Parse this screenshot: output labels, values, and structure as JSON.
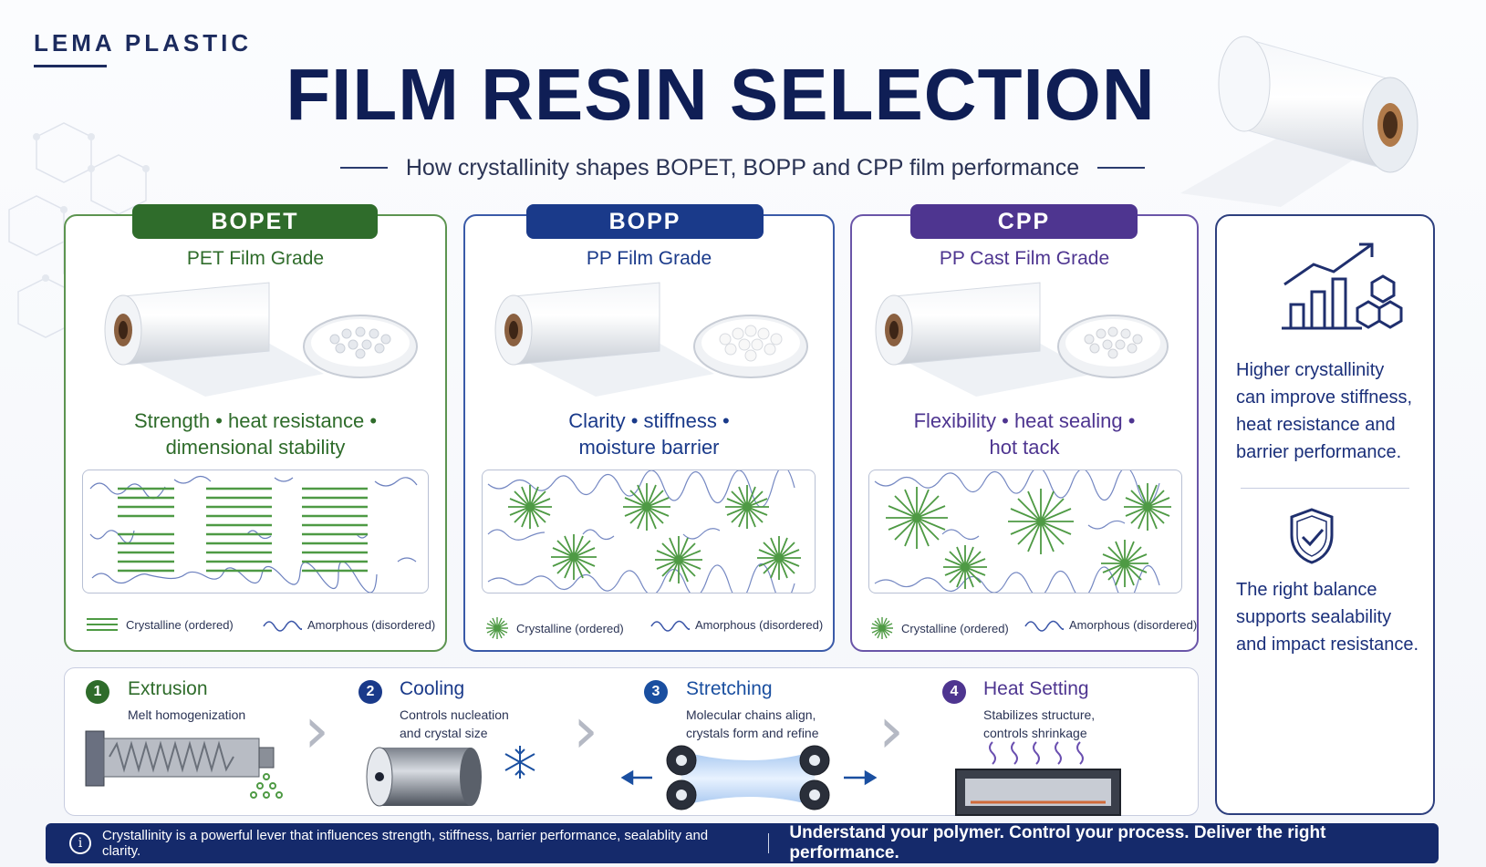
{
  "brand": "LEMA PLASTIC",
  "title": "FILM RESIN SELECTION",
  "subtitle": "How crystallinity shapes BOPET, BOPP and CPP film performance",
  "panels": [
    {
      "tab": "BOPET",
      "grade": "PET Film Grade",
      "props_line1": "Strength • heat resistance •",
      "props_line2": "dimensional stability",
      "legend_crystal": "Crystalline (ordered)",
      "legend_amorph": "Amorphous (disordered)",
      "color": "#2f6c2b"
    },
    {
      "tab": "BOPP",
      "grade": "PP Film Grade",
      "props_line1": "Clarity • stiffness •",
      "props_line2": "moisture barrier",
      "legend_crystal": "Crystalline (ordered)",
      "legend_amorph": "Amorphous (disordered)",
      "color": "#1a3a8a"
    },
    {
      "tab": "CPP",
      "grade": "PP Cast Film Grade",
      "props_line1": "Flexibility • heat sealing •",
      "props_line2": "hot tack",
      "legend_crystal": "Crystalline (ordered)",
      "legend_amorph": "Amorphous (disordered)",
      "color": "#4e3590"
    }
  ],
  "side": {
    "text1": [
      "Higher crystallinity",
      "can improve stiffness,",
      "heat resistance and",
      "barrier performance."
    ],
    "text2": [
      "The right balance",
      "supports sealability",
      "and impact resistance."
    ],
    "icon1": "growth-chart-icon",
    "icon2": "shield-check-icon"
  },
  "process": [
    {
      "num": "1",
      "title": "Extrusion",
      "desc1": "Melt homogenization",
      "desc2": "",
      "color": "#2f6c2b",
      "icon": "extruder-icon"
    },
    {
      "num": "2",
      "title": "Cooling",
      "desc1": "Controls nucleation",
      "desc2": "and crystal size",
      "color": "#1a3a8a",
      "icon": "chill-roll-icon"
    },
    {
      "num": "3",
      "title": "Stretching",
      "desc1": "Molecular chains align,",
      "desc2": "crystals form and refine",
      "color": "#1a4fa0",
      "icon": "stretch-rollers-icon"
    },
    {
      "num": "4",
      "title": "Heat Setting",
      "desc1": "Stabilizes structure,",
      "desc2": "controls shrinkage",
      "color": "#4e3590",
      "icon": "heater-oven-icon"
    }
  ],
  "footer": {
    "info_glyph": "i",
    "left": "Crystallinity is a powerful lever that influences strength, stiffness, barrier performance, sealablity and clarity.",
    "right": "Understand your polymer. Control your process. Deliver the right performance."
  }
}
